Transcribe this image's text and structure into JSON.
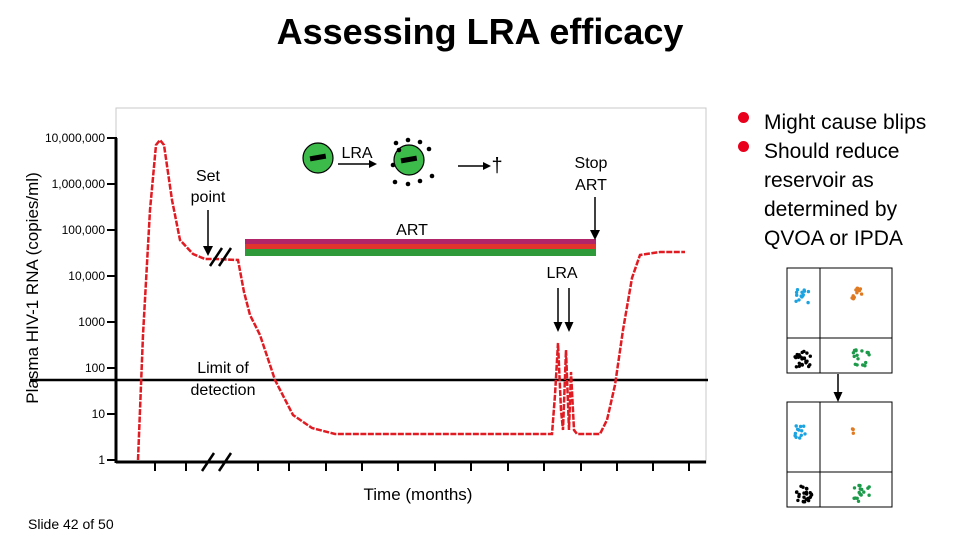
{
  "slide": {
    "title": "Assessing LRA efficacy",
    "footer": "Slide 42 of 50"
  },
  "bullets": [
    "Might cause blips",
    "Should reduce reservoir as determined by QVOA or IPDA"
  ],
  "graph": {
    "y_axis_label": "Plasma HIV-1 RNA (copies/ml)",
    "x_axis_label": "Time (months)",
    "y_ticks": [
      "10,000,000",
      "1,000,000",
      "100,000",
      "10,000",
      "1000",
      "100",
      "10",
      "1"
    ],
    "annotations": {
      "set_point": [
        "Set",
        "point"
      ],
      "lra_top": "LRA",
      "dagger": "†",
      "stop_art": [
        "Stop",
        "ART"
      ],
      "art": "ART",
      "lra_lower": "LRA",
      "limit": [
        "Limit of",
        "detection"
      ]
    },
    "colors": {
      "viral_load": "#e01b22",
      "art_bar": [
        "#b1246a",
        "#e0342c",
        "#2f9a3a"
      ],
      "cell_fill": "#3dbb4a",
      "dot_blue": "#1aa3e0",
      "dot_orange": "#e07a22",
      "dot_black": "#000000",
      "dot_green": "#1c9a4a"
    }
  }
}
